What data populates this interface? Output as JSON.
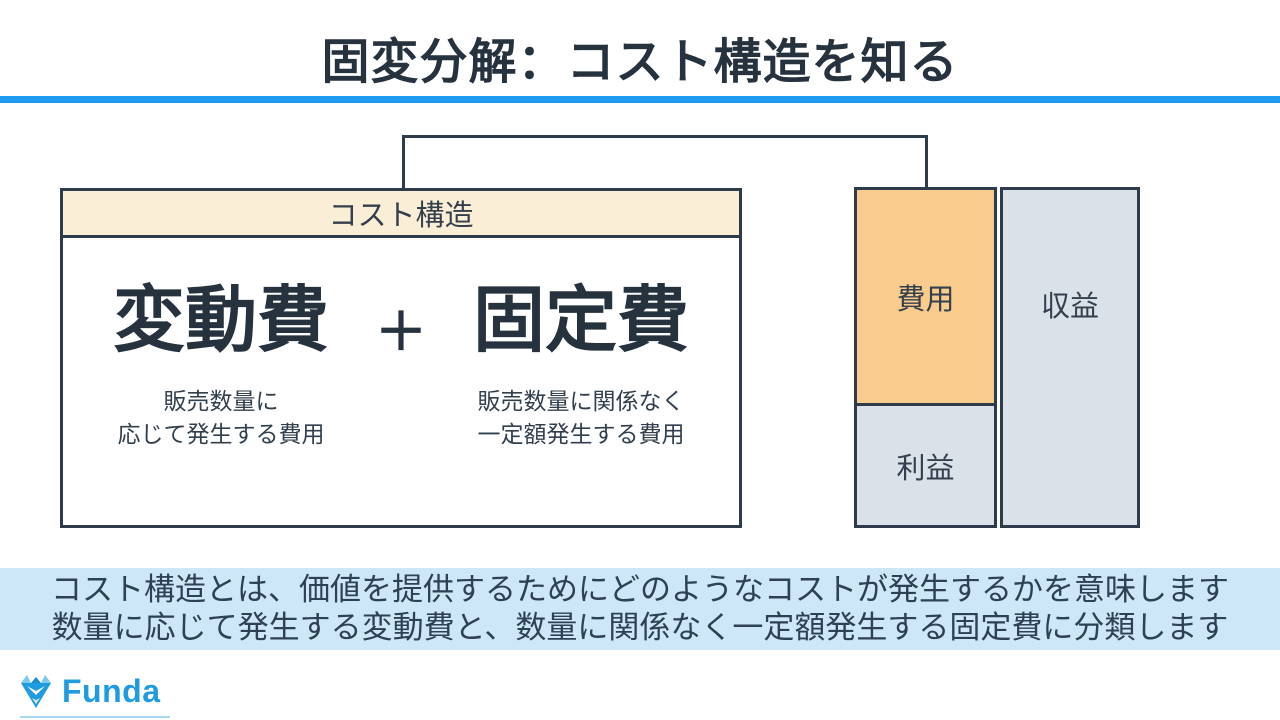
{
  "slide": {
    "title": "固変分解：コスト構造を知る"
  },
  "cost_structure_box": {
    "header": "コスト構造",
    "variable_cost_label": "変動費",
    "plus_sign": "＋",
    "fixed_cost_label": "固定費",
    "variable_cost_description": "販売数量に\n応じて発生する費用",
    "fixed_cost_description": "販売数量に関係なく\n一定額発生する費用"
  },
  "pl_diagram": {
    "expense_label": "費用",
    "revenue_label": "収益",
    "profit_label": "利益"
  },
  "summary_banner": {
    "line1": "コスト構造とは、価値を提供するためにどのようなコストが発生するかを意味します",
    "line2": "数量に応じて発生する変動費と、数量に関係なく一定額発生する固定費に分類します"
  },
  "footer": {
    "brand_name": "Funda"
  },
  "colors": {
    "accent_blue": "#1e9bf0",
    "navy_text": "#26323e",
    "border_navy": "#2e3b4a",
    "expense_orange": "#f9cc8d",
    "panel_gray_blue": "#dbe1e9",
    "header_peach": "#fbeed6",
    "banner_blue": "#cde7f8",
    "brand_blue": "#1e9cdf"
  }
}
